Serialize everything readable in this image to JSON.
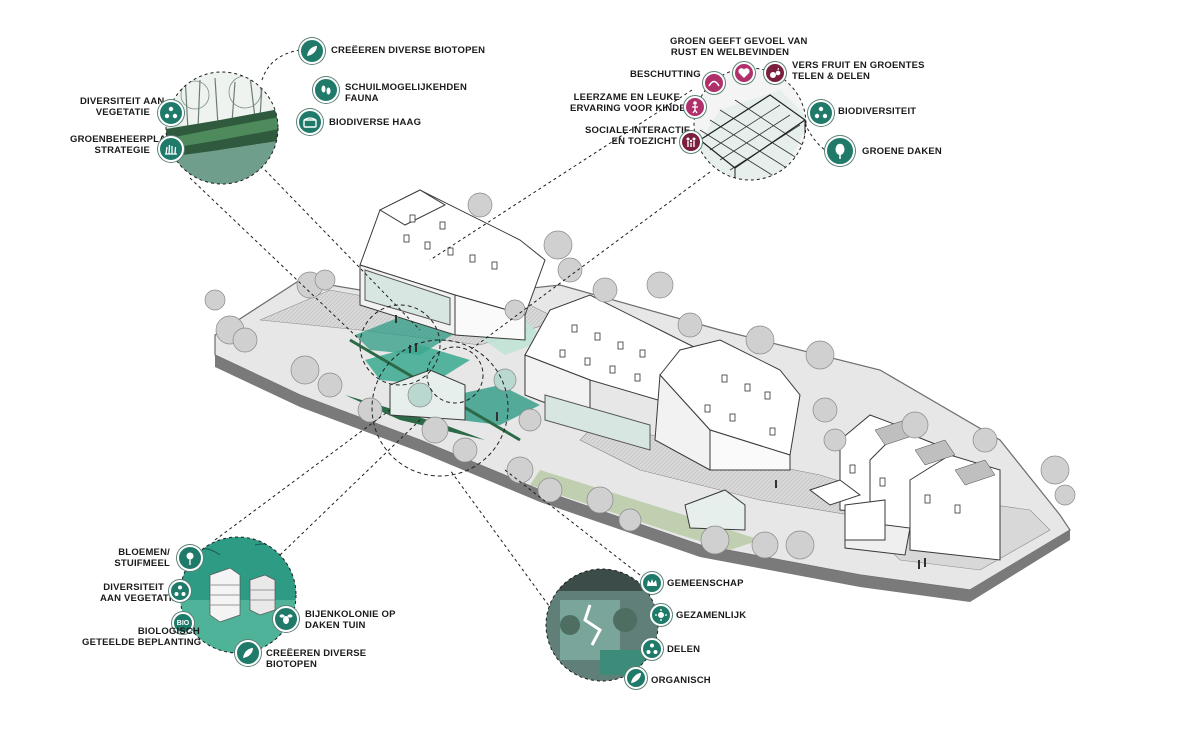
{
  "colors": {
    "teal": "#1f7a6a",
    "pink": "#b0306c",
    "plum": "#7a1f3d",
    "green_fill": "#2e9b84",
    "dark_green": "#2f5a3d"
  },
  "callouts": {
    "roof_garden": {
      "left": [
        "Diversiteit aan\nvegetatie",
        "Groenbeheerplan\nstrategie"
      ],
      "right": [
        "Creëeren diverse biotopen",
        "Schuilmogelijkehden\nfauna",
        "Biodiverse haag"
      ]
    },
    "greenhouse": {
      "top": [
        "Groen geeft gevoel van\nrust en welbevinden"
      ],
      "left": [
        "Beschutting",
        "Leerzame en leuke\nervaring voor kinderen",
        "Sociale interactie\nen toezicht"
      ],
      "right": [
        "Vers fruit en groentes\ntelen & delen",
        "Biodiversiteit",
        "Groene daken"
      ]
    },
    "beehive": {
      "left": [
        "Bloemen/\nstuifmeel",
        "Diversiteit\naan vegetatie",
        "Biologisch\ngeteelde beplanting"
      ],
      "right": [
        "Bijenkolonie op\ndaken tuin",
        "Creëeren diverse\nbiotopen"
      ],
      "badge": "BIO"
    },
    "courtyard": {
      "right": [
        "Gemeenschap",
        "Gezamenlijk",
        "Delen",
        "Organisch"
      ]
    }
  },
  "icons": [
    "leaf-icon",
    "footprints-icon",
    "hedge-icon",
    "trees-icon",
    "grass-icon",
    "heart-icon",
    "shelter-icon",
    "child-icon",
    "family-icon",
    "fruit-icon",
    "network-icon",
    "tree-icon",
    "flower-icon",
    "bee-icon",
    "crown-icon",
    "handshake-icon"
  ]
}
